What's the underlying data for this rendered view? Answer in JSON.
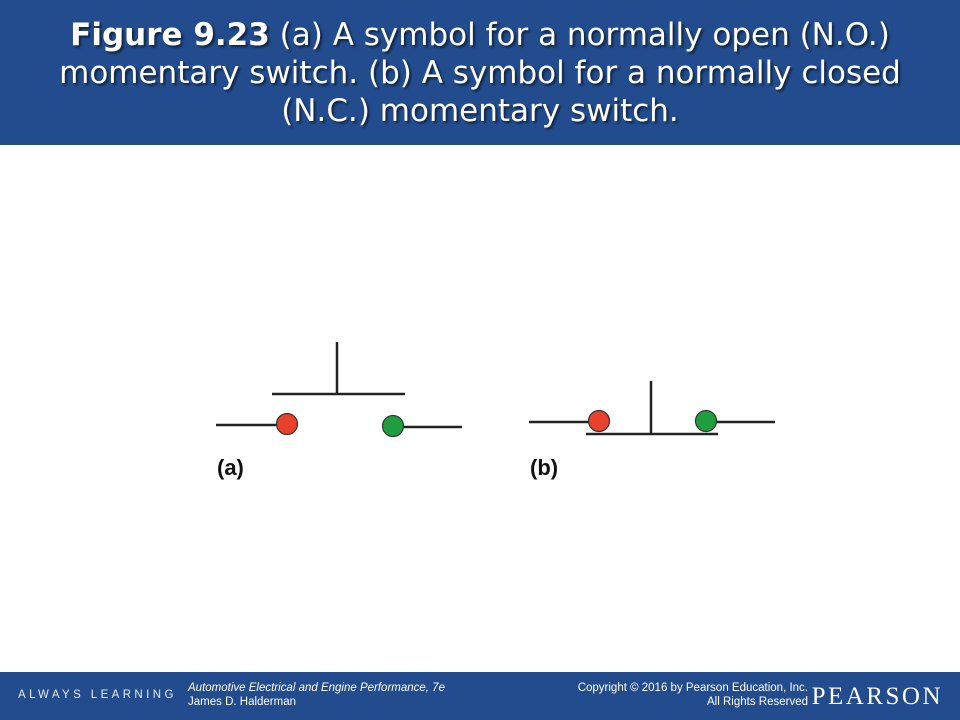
{
  "header": {
    "figure_number": "Figure 9.23",
    "caption": " (a) A symbol for a normally open (N.O.) momentary switch. (b) A symbol for a normally closed (N.C.) momentary switch."
  },
  "figure": {
    "panels": [
      {
        "label": "(a)",
        "switch_type": "normally open momentary switch"
      },
      {
        "label": "(b)",
        "switch_type": "normally closed momentary switch"
      }
    ],
    "colors": {
      "line": "#222222",
      "left_contact": "#e8412c",
      "right_contact": "#1e9e3e"
    }
  },
  "footer": {
    "tagline": "ALWAYS LEARNING",
    "book_title": "Automotive Electrical and Engine Performance, 7e",
    "author": "James D. Halderman",
    "copyright": "Copyright © 2016 by Pearson Education, Inc.",
    "rights": "All Rights Reserved",
    "brand": "PEARSON"
  },
  "theme": {
    "bar_color": "#224c8e"
  }
}
